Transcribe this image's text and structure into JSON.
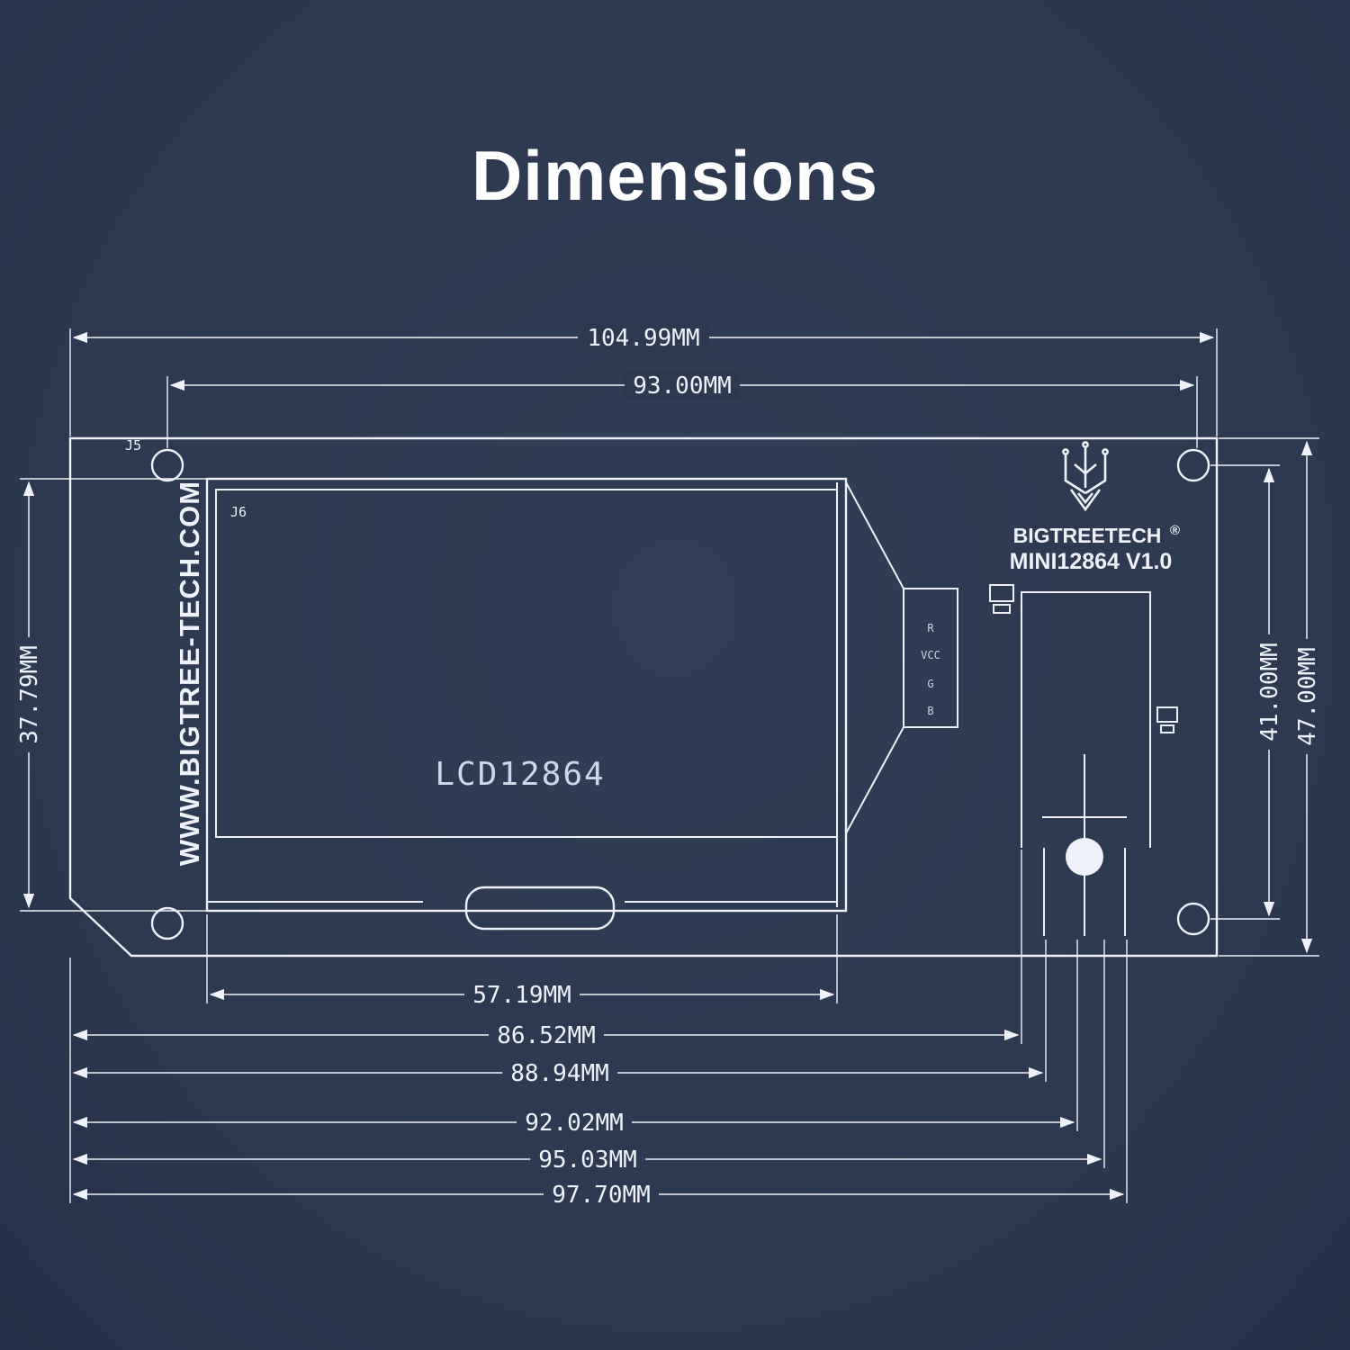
{
  "colors": {
    "background": "#2d3a52",
    "line": "#eef2f8",
    "text": "#ffffff"
  },
  "title": "Dimensions",
  "board": {
    "refs": {
      "j5": "J5",
      "j6": "J6"
    },
    "lcd_label": "LCD12864",
    "website": "WWW.BIGTREE-TECH.COM",
    "brand": "BIGTREETECH",
    "registered_mark": "®",
    "model": "MINI12864 V1.0",
    "connector_pins": [
      "R",
      "VCC",
      "G",
      "B"
    ]
  },
  "dimensions": {
    "top_width_outer": "104.99MM",
    "top_width_inner": "93.00MM",
    "left_height": "37.79MM",
    "right_height_inner": "41.00MM",
    "right_height_outer": "47.00MM",
    "bottom": [
      "57.19MM",
      "86.52MM",
      "88.94MM",
      "92.02MM",
      "95.03MM",
      "97.70MM"
    ]
  }
}
